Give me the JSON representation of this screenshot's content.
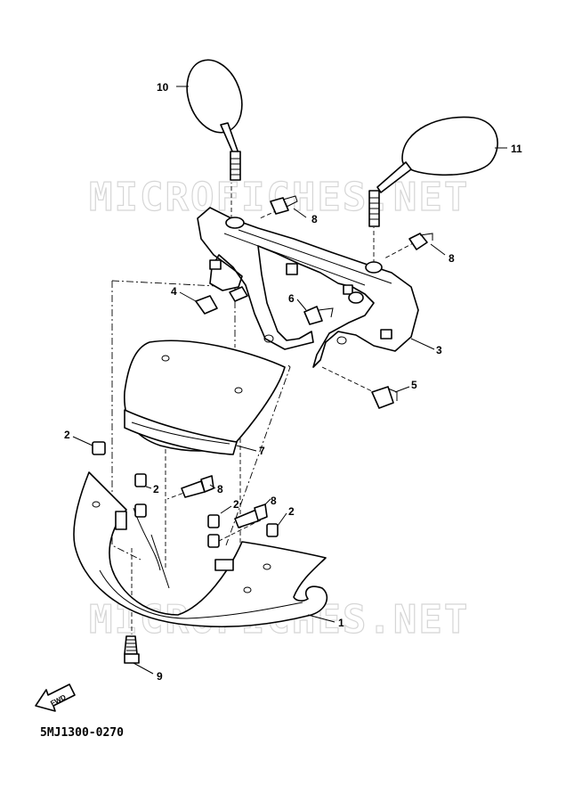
{
  "watermark": {
    "text": "MICROFICHES.NET"
  },
  "diagram_code": "5MJ1300-0270",
  "fwd_label": "FWD",
  "callouts": {
    "c1": "1",
    "c2a": "2",
    "c2b": "2",
    "c2c": "2",
    "c2d": "2",
    "c3": "3",
    "c4": "4",
    "c5": "5",
    "c6": "6",
    "c7": "7",
    "c8a": "8",
    "c8b": "8",
    "c8c": "8",
    "c8d": "8",
    "c9": "9",
    "c10": "10",
    "c11": "11"
  }
}
